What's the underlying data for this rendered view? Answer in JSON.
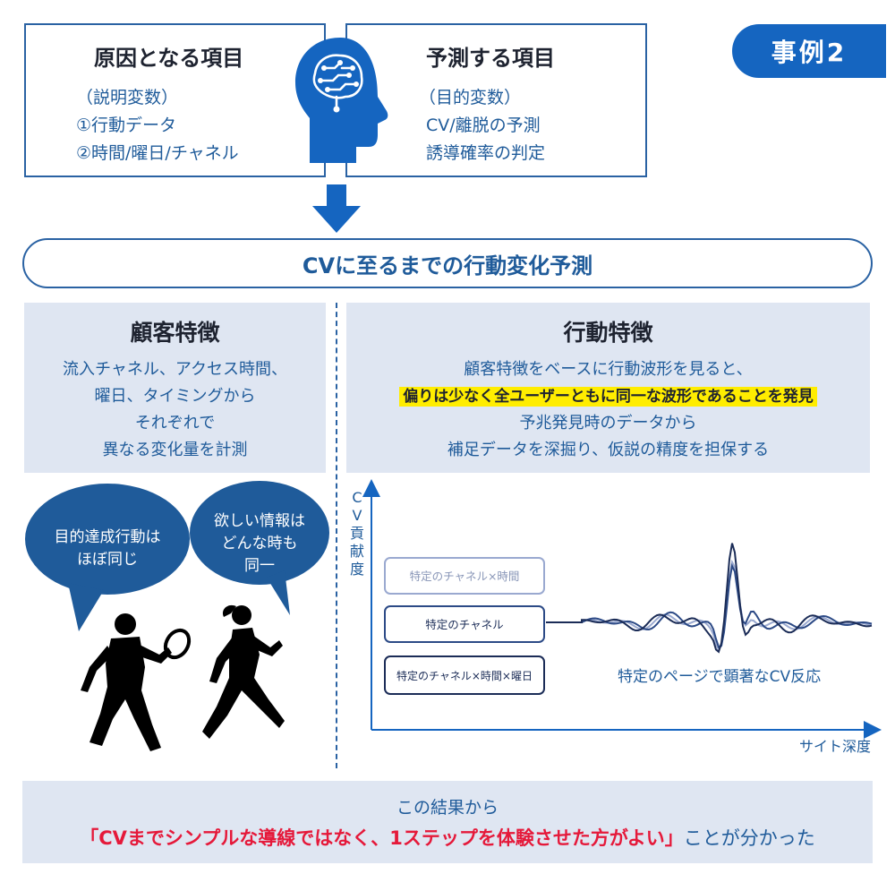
{
  "cause_box": {
    "title": "原因となる項目",
    "lines": [
      "（説明変数）",
      "①行動データ",
      "②時間/曜日/チャネル"
    ]
  },
  "predict_box": {
    "title": "予測する項目",
    "lines": [
      "（目的変数）",
      "CV/離脱の予測",
      "誘導確率の判定"
    ]
  },
  "badge": "事例2",
  "banner": "CVに至るまでの行動変化予測",
  "customer": {
    "title": "顧客特徴",
    "lines": [
      "流入チャネル、アクセス時間、",
      "曜日、タイミングから",
      "それぞれで",
      "異なる変化量を計測"
    ]
  },
  "behavior": {
    "title": "行動特徴",
    "line1": "顧客特徴をベースに行動波形を見ると、",
    "highlight": "偏りは少なく全ユーザーともに同一な波形であることを発見",
    "line3": "予兆発見時のデータから",
    "line4": "補足データを深掘り、仮説の精度を担保する"
  },
  "bubbles": {
    "left": [
      "目的達成行動は",
      "ほぼ同じ"
    ],
    "right": [
      "欲しい情報は",
      "どんな時も",
      "同一"
    ]
  },
  "chart_data": {
    "type": "line",
    "ylabel": [
      "C",
      "V",
      "貢",
      "献",
      "度"
    ],
    "xlabel": "サイト深度",
    "legend": [
      "特定のチャネル×時間",
      "特定のチャネル",
      "特定のチャネル×時間×曜日"
    ],
    "annotation": "特定のページで顕著なCV反応",
    "series_colors": [
      "#9aa9d0",
      "#2c4a86",
      "#1b2c57"
    ]
  },
  "bottom": {
    "line1": "この結果から",
    "quote": "「CVまでシンプルな導線ではなく、1ステップを体験させた方がよい」",
    "tail": "ことが分かった"
  },
  "colors": {
    "primary": "#1565c0",
    "dark_blue": "#1f5b9a",
    "panel_bg": "#dfe6f2",
    "highlight": "#ffed00",
    "red": "#e5193a"
  }
}
